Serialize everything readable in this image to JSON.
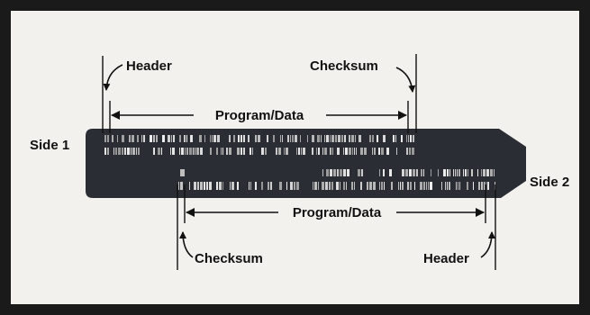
{
  "labels": {
    "side_1": "Side 1",
    "side_2": "Side 2",
    "header_top": "Header",
    "checksum_top": "Checksum",
    "program_data_top": "Program/Data",
    "program_data_bottom": "Program/Data",
    "checksum_bottom": "Checksum",
    "header_bottom": "Header"
  },
  "colors": {
    "frame": "#1a1a1a",
    "panel": "#f3f1ed",
    "card": "#2a2d33",
    "ink": "#111111",
    "stripe": "#d9d9d9"
  }
}
